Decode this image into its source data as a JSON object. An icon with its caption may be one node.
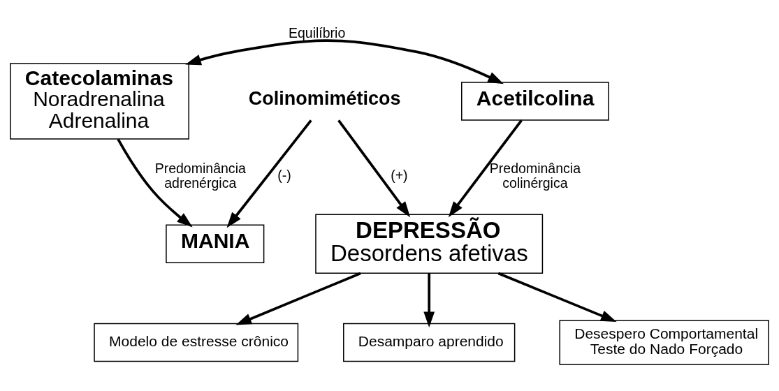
{
  "diagram": {
    "nodes": [
      {
        "text": [
          "Catecolaminas",
          "Noradrenalina Adrenalina"
        ]
      },
      {
        "text": [
          "Acetilcolina"
        ]
      },
      {
        "text": [
          "MANIA"
        ]
      },
      {
        "text": [
          "Colinomiméticos"
        ]
      },
      {
        "text": [
          "DEPRESSÃO",
          "Desordens afetivas"
        ]
      },
      {
        "text": [
          "Modelo de estresse crônico"
        ]
      },
      {
        "text": [
          "Desamparo aprendido"
        ]
      },
      {
        "text": [
          "Desespero Comportamental Teste do Nado Forçado"
        ]
      }
    ],
    "edges": [
      {
        "from": 0,
        "to": 1,
        "arrow": "both",
        "label": "Equilíbrio"
      },
      {
        "from": 0,
        "to": 2,
        "arrow": "to",
        "label": "Predominância adrenérgica"
      },
      {
        "from": 1,
        "to": 4,
        "arrow": "to",
        "label": "Predominância colinérgica"
      },
      {
        "from": 3,
        "to": 2,
        "arrow": "to",
        "label": "(-)"
      },
      {
        "from": 3,
        "to": 4,
        "arrow": "to",
        "label": "(+)"
      },
      {
        "from": 4,
        "to": 5,
        "arrow": "to"
      },
      {
        "from": 4,
        "to": 6,
        "arrow": "to"
      },
      {
        "from": 4,
        "to": 7,
        "arrow": "to"
      }
    ]
  }
}
